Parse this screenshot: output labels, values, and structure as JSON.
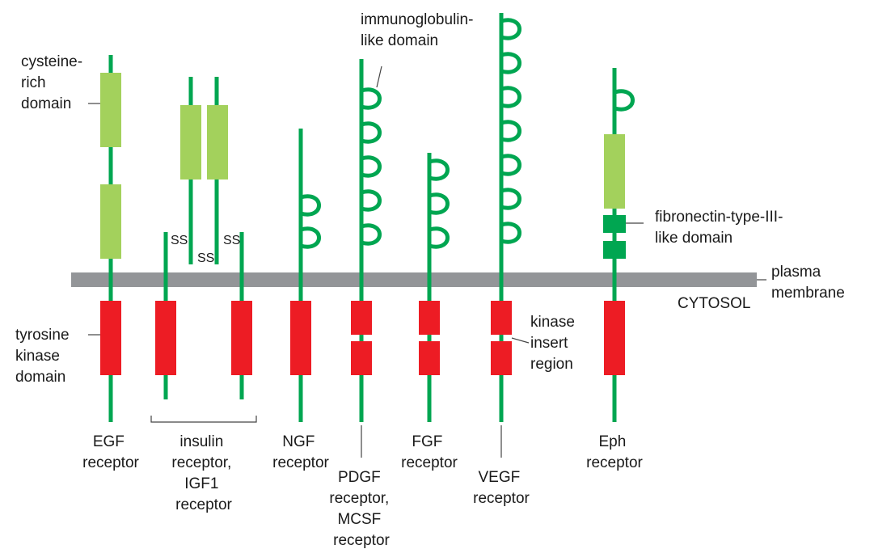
{
  "colors": {
    "stalk": "#00a651",
    "cysteine_domain": "#a3d15c",
    "kinase_domain": "#ed1c24",
    "fibronectin_domain": "#00a651",
    "membrane": "#939598",
    "text": "#1a1a1a"
  },
  "labels": {
    "cysteine_rich": [
      "cysteine-",
      "rich",
      "domain"
    ],
    "tyrosine_kinase": [
      "tyrosine",
      "kinase",
      "domain"
    ],
    "immunoglobulin": [
      "immunoglobulin-",
      "like domain"
    ],
    "fibronectin": [
      "fibronectin-type-III-",
      "like domain"
    ],
    "plasma_membrane": [
      "plasma",
      "membrane"
    ],
    "cytosol": "CYTOSOL",
    "kinase_insert": [
      "kinase",
      "insert",
      "region"
    ],
    "disulfide": "SS"
  },
  "receptors": {
    "egf": [
      "EGF",
      "receptor"
    ],
    "insulin": [
      "insulin",
      "receptor,",
      "IGF1",
      "receptor"
    ],
    "ngf": [
      "NGF",
      "receptor"
    ],
    "pdgf": [
      "PDGF",
      "receptor,",
      "MCSF",
      "receptor"
    ],
    "fgf": [
      "FGF",
      "receptor"
    ],
    "vegf": [
      "VEGF",
      "receptor"
    ],
    "eph": [
      "Eph",
      "receptor"
    ]
  }
}
